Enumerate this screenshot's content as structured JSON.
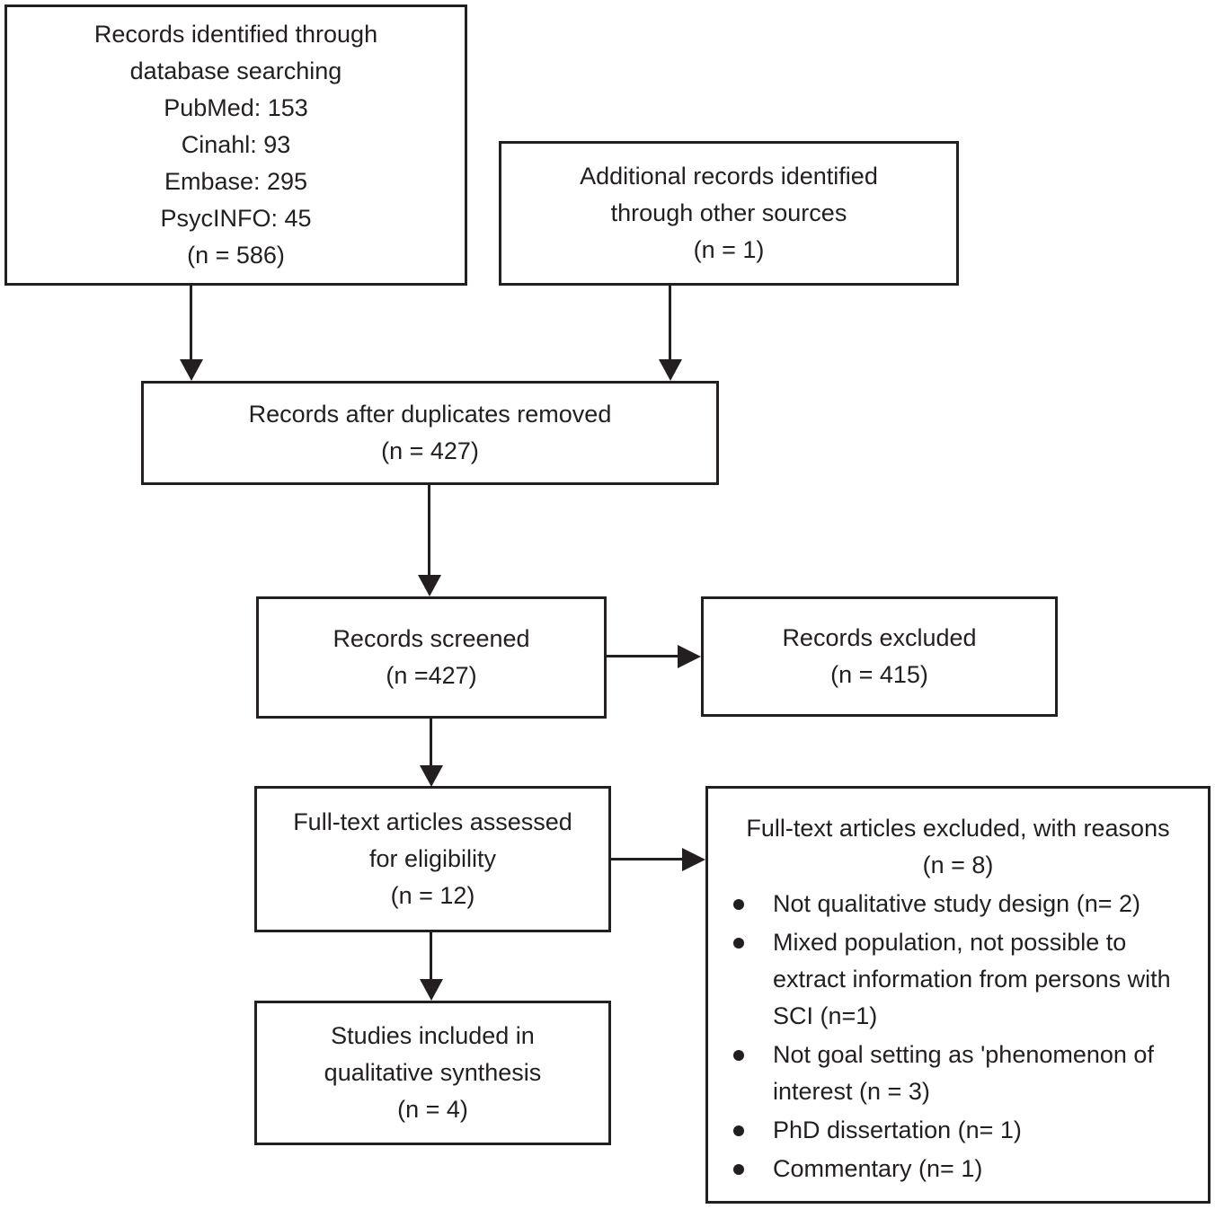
{
  "figure": {
    "kind": "PRISMA flow diagram",
    "colors": {
      "ink": "#231f20",
      "background": "#ffffff"
    }
  },
  "boxes": {
    "records_identified": {
      "lines": [
        "Records identified through",
        "database searching",
        "PubMed: 153",
        "Cinahl: 93",
        "Embase: 295",
        "PsycINFO: 45",
        "(n = 586)"
      ]
    },
    "additional_records": {
      "lines": [
        "Additional records identified",
        "through other sources",
        "(n = 1)"
      ]
    },
    "duplicates_removed": {
      "lines": [
        "Records after duplicates removed",
        "(n = 427)"
      ]
    },
    "records_screened": {
      "lines": [
        "Records screened",
        "(n =427)"
      ]
    },
    "records_excluded": {
      "lines": [
        "Records excluded",
        "(n = 415)"
      ]
    },
    "fulltext_assessed": {
      "lines": [
        "Full-text articles assessed",
        "for eligibility",
        "(n = 12)"
      ]
    },
    "fulltext_excluded": {
      "title_lines": [
        "Full-text articles excluded, with reasons",
        "(n = 8)"
      ],
      "bullets": [
        "Not qualitative study design (n= 2)",
        "Mixed population, not possible to extract information from persons with SCI (n=1)",
        "Not goal setting as 'phenomenon of interest (n = 3)",
        "PhD dissertation (n= 1)",
        "Commentary (n= 1)"
      ]
    },
    "studies_included": {
      "lines": [
        "Studies included in",
        "qualitative synthesis",
        "(n = 4)"
      ]
    }
  }
}
